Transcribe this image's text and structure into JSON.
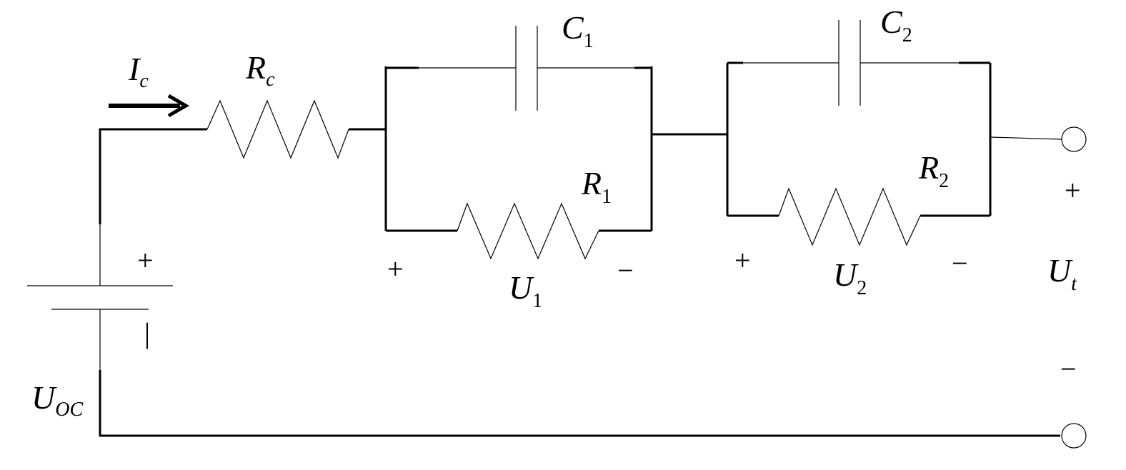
{
  "labels": {
    "current": {
      "main": "I",
      "sub": "c"
    },
    "series_resistor": {
      "main": "R",
      "sub": "c"
    },
    "capacitor_1": {
      "main": "C",
      "sub": "1"
    },
    "resistor_1": {
      "main": "R",
      "sub": "1"
    },
    "capacitor_2": {
      "main": "C",
      "sub": "2"
    },
    "resistor_2": {
      "main": "R",
      "sub": "2"
    },
    "voltage_1": {
      "main": "U",
      "sub": "1"
    },
    "voltage_2": {
      "main": "U",
      "sub": "2"
    },
    "terminal_voltage": {
      "main": "U",
      "sub": "t"
    },
    "open_circuit_voltage": {
      "main": "U",
      "sub": "OC"
    }
  },
  "signs": {
    "plus": "+",
    "minus": "−",
    "source_minus": "|"
  }
}
